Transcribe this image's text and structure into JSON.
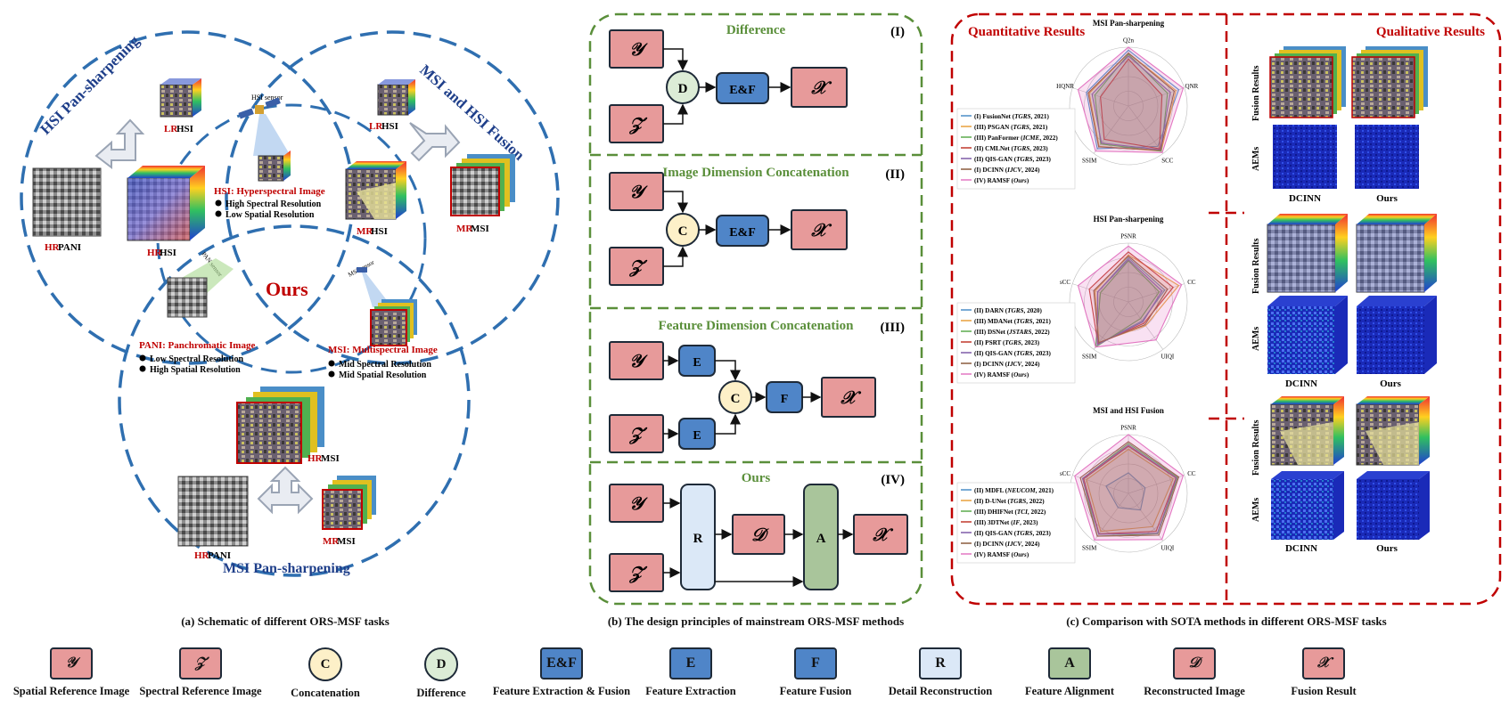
{
  "panel_a": {
    "caption": "(a) Schematic of different ORS-MSF tasks",
    "titles": {
      "hsi_pan": "HSI Pan-sharpening",
      "msi_hsi": "MSI and HSI Fusion",
      "msi_pan": "MSI Pan-sharpening",
      "ours": "Ours"
    },
    "labels": {
      "lr_hsi_top_prefix": "LR",
      "lr_hsi_top_suffix": " HSI",
      "lr_hsi_right_prefix": "LR",
      "lr_hsi_right_suffix": " HSI",
      "hr_pani_left_prefix": "HR",
      "hr_pani_left_suffix": " PANI",
      "hr_hsi_prefix": "HR",
      "hr_hsi_suffix": " HSI",
      "mr_hsi_prefix": "MR",
      "mr_hsi_suffix": " HSI",
      "mr_msi_right_prefix": "MR",
      "mr_msi_right_suffix": " MSI",
      "hr_msi_prefix": "HR",
      "hr_msi_suffix": " MSI",
      "hr_pani_bottom_prefix": "HR",
      "hr_pani_bottom_suffix": " PANI",
      "mr_msi_bottom_prefix": "MR",
      "mr_msi_bottom_suffix": " MSI",
      "hsi_sensor": "HSI sensor",
      "pan_sensor": "PAN sensor",
      "msi_sensor": "MSI sensor"
    },
    "definitions": {
      "hsi_title": "HSI: Hyperspectral Image",
      "hsi_1": "High Spectral Resolution",
      "hsi_2": "Low Spatial Resolution",
      "pani_title": "PANI: Panchromatic Image",
      "pani_1": "Low Spectral Resolution",
      "pani_2": "High Spatial Resolution",
      "msi_title": "MSI: Multispectral Image",
      "msi_1": "Mid Spectral Resolution",
      "msi_2": "Mid Spatial Resolution"
    }
  },
  "panel_b": {
    "caption": "(b) The design principles of mainstream ORS-MSF methods",
    "sections": [
      {
        "title": "Difference",
        "roman": "(I)"
      },
      {
        "title": "Image Dimension Concatenation",
        "roman": "(II)"
      },
      {
        "title": "Feature Dimension Concatenation",
        "roman": "(III)"
      },
      {
        "title": "Ours",
        "roman": "(IV)"
      }
    ],
    "symbols": {
      "y": "𝒴",
      "z": "𝒵",
      "x": "𝒳",
      "d": "𝒟",
      "D": "D",
      "C": "C",
      "EF": "E&F",
      "E": "E",
      "F": "F",
      "R": "R",
      "A": "A"
    }
  },
  "panel_c": {
    "caption": "(c) Comparison with SOTA methods in different ORS-MSF tasks",
    "quantitative_title": "Quantitative Results",
    "qualitative_title": "Qualitative Results",
    "colors": [
      "#4a8ec7",
      "#e8a13c",
      "#5bab4c",
      "#c0392b",
      "#7e5aa8",
      "#8b5a3c",
      "#e377c2"
    ],
    "radars": [
      {
        "title": "MSI Pan-sharpening",
        "axes": [
          "Q2n",
          "QNR",
          "SCC",
          "SSIM",
          "HQNR"
        ],
        "legend": [
          {
            "pre": "(I) FusionNet (",
            "venue": "TGRS",
            "post": ", 2021)"
          },
          {
            "pre": "(III) PSGAN (",
            "venue": "TGRS",
            "post": ", 2021)"
          },
          {
            "pre": "(III) PanFormer (",
            "venue": "ICME",
            "post": ", 2022)"
          },
          {
            "pre": "(II) CMLNet (",
            "venue": "TGRS",
            "post": ", 2023)"
          },
          {
            "pre": "(II) QIS-GAN (",
            "venue": "TGRS",
            "post": ", 2023)"
          },
          {
            "pre": "(I) DCINN (",
            "venue": "IJCV",
            "post": ", 2024)"
          },
          {
            "pre": "(IV) RAMSF (",
            "venue": "Ours",
            "post": ")"
          }
        ]
      },
      {
        "title": "HSI Pan-sharpening",
        "axes": [
          "PSNR",
          "CC",
          "UIQI",
          "SSIM",
          "sCC"
        ],
        "legend": [
          {
            "pre": "(II) DARN (",
            "venue": "TGRS",
            "post": ", 2020)"
          },
          {
            "pre": "(III) MDANet (",
            "venue": "TGRS",
            "post": ", 2021)"
          },
          {
            "pre": "(III) DSNet (",
            "venue": "JSTARS",
            "post": ", 2022)"
          },
          {
            "pre": "(II) PSRT (",
            "venue": "TGRS",
            "post": ", 2023)"
          },
          {
            "pre": "(II) QIS-GAN (",
            "venue": "TGRS",
            "post": ", 2023)"
          },
          {
            "pre": "(I) DCINN (",
            "venue": "IJCV",
            "post": ", 2024)"
          },
          {
            "pre": "(IV) RAMSF (",
            "venue": "Ours",
            "post": ")"
          }
        ]
      },
      {
        "title": "MSI and HSI Fusion",
        "axes": [
          "PSNR",
          "CC",
          "UIQI",
          "SSIM",
          "sCC"
        ],
        "legend": [
          {
            "pre": "(II) MDFL (",
            "venue": "NEUCOM",
            "post": ", 2021)"
          },
          {
            "pre": "(II) D-UNet (",
            "venue": "TGRS",
            "post": ", 2022)"
          },
          {
            "pre": "(III) DHIFNet (",
            "venue": "TCI",
            "post": ", 2022)"
          },
          {
            "pre": "(III) 3DTNet (",
            "venue": "IF",
            "post": ", 2023)"
          },
          {
            "pre": "(II) QIS-GAN (",
            "venue": "TGRS",
            "post": ", 2023)"
          },
          {
            "pre": "(I) DCINN (",
            "venue": "IJCV",
            "post": ", 2024)"
          },
          {
            "pre": "(IV) RAMSF (",
            "venue": "Ours",
            "post": ")"
          }
        ]
      }
    ],
    "qualitative": {
      "fusion_results": "Fusion Results",
      "aems": "AEMs",
      "method_left": "DCINN",
      "method_right": "Ours"
    }
  },
  "legend": [
    {
      "symbol": "𝒴",
      "label": "Spatial Reference Image",
      "style": "pink"
    },
    {
      "symbol": "𝒵",
      "label": "Spectral Reference Image",
      "style": "pink"
    },
    {
      "symbol": "C",
      "label": "Concatenation",
      "style": "cream-circle"
    },
    {
      "symbol": "D",
      "label": "Difference",
      "style": "mint-circle"
    },
    {
      "symbol": "E&F",
      "label": "Feature Extraction & Fusion",
      "style": "blue"
    },
    {
      "symbol": "E",
      "label": "Feature Extraction",
      "style": "blue"
    },
    {
      "symbol": "F",
      "label": "Feature Fusion",
      "style": "blue"
    },
    {
      "symbol": "R",
      "label": "Detail Reconstruction",
      "style": "lblue"
    },
    {
      "symbol": "A",
      "label": "Feature Alignment",
      "style": "green"
    },
    {
      "symbol": "𝒟",
      "label": "Reconstructed Image",
      "style": "pink"
    },
    {
      "symbol": "𝒳",
      "label": "Fusion Result",
      "style": "pink"
    }
  ]
}
